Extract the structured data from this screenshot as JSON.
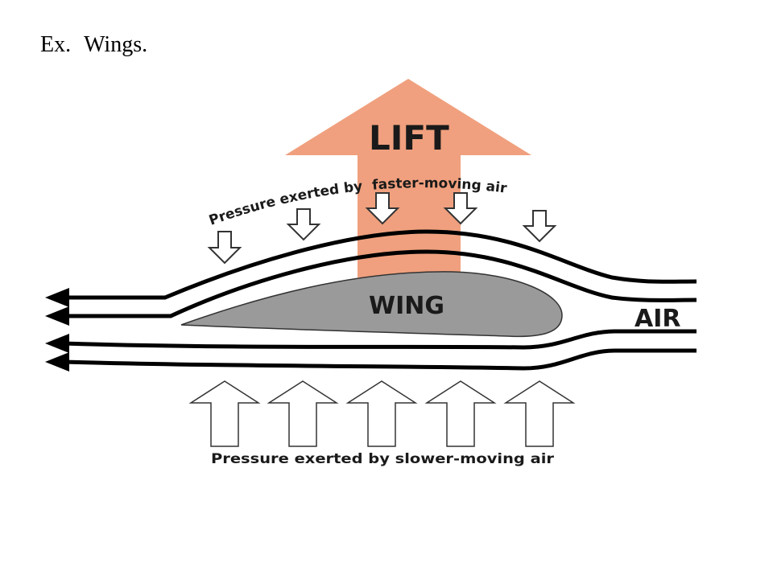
{
  "slide": {
    "prefix": "Ex.",
    "title": "Wings."
  },
  "diagram": {
    "lift_label": "LIFT",
    "wing_label": "WING",
    "air_label": "AIR",
    "top_pressure_part1": "Pressure exerted by",
    "top_pressure_part2": "faster-moving air",
    "bottom_pressure_label": "Pressure exerted by slower-moving air",
    "colors": {
      "lift_arrow": "#f0a07e",
      "wing": "#9a9a9a",
      "streamline": "#000000",
      "pressure_arrow_fill": "#ffffff"
    }
  }
}
